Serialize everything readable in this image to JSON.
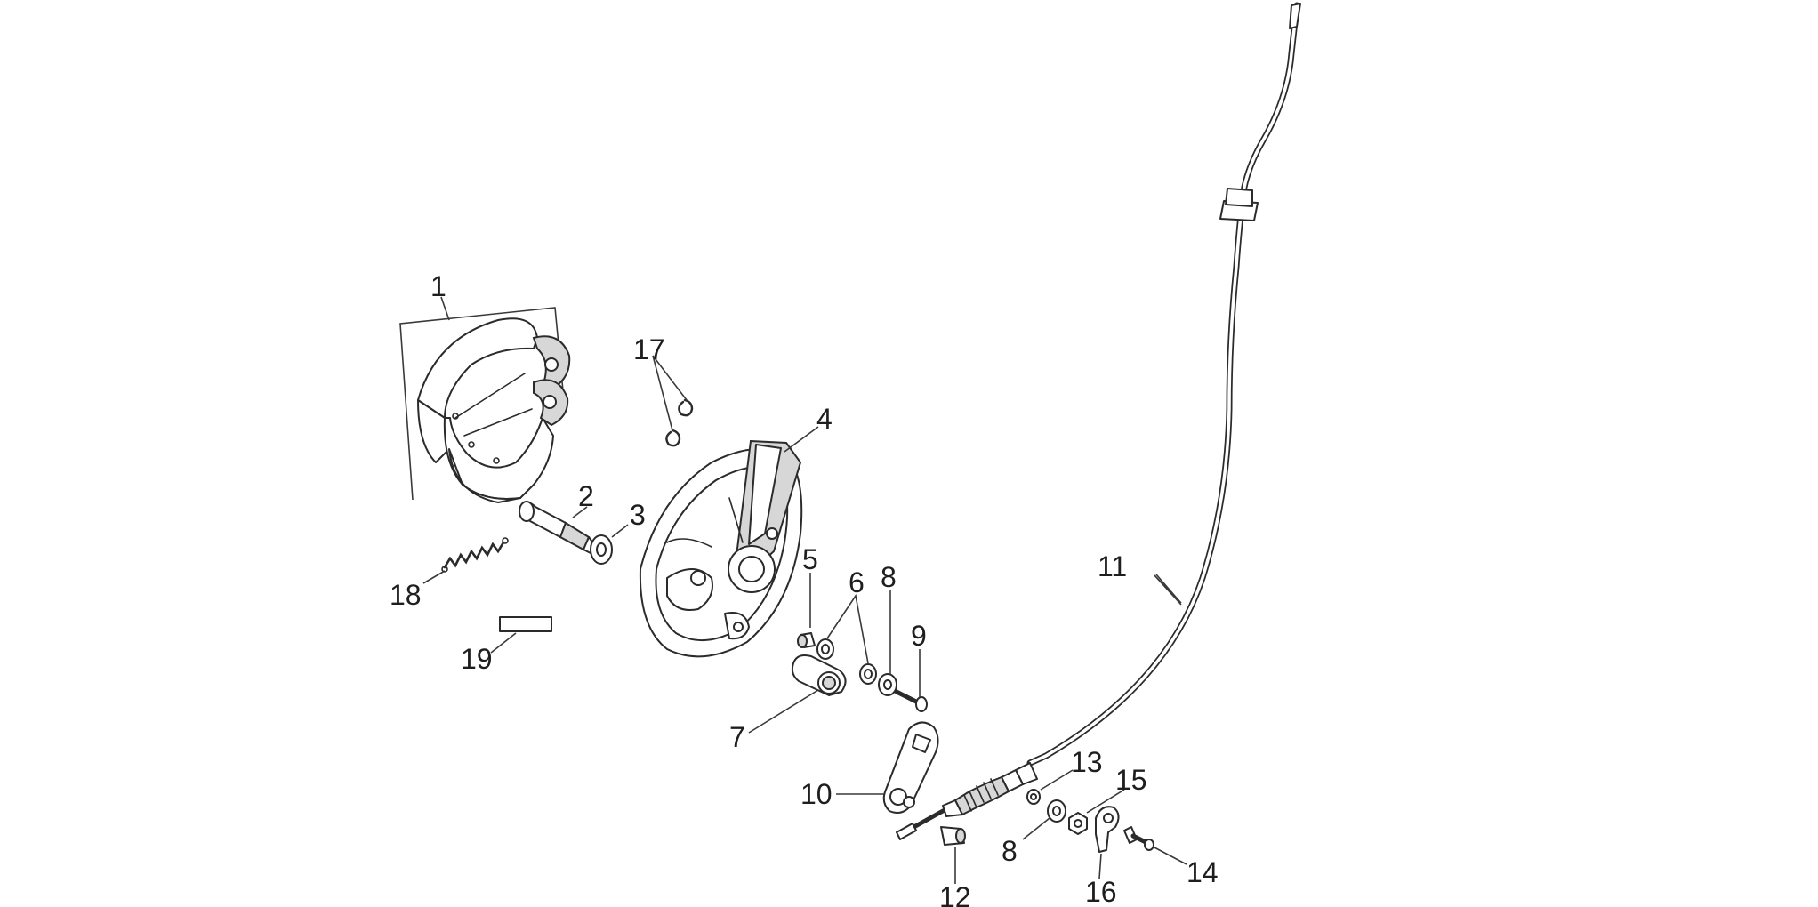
{
  "callouts": {
    "c1": "1",
    "c2": "2",
    "c3": "3",
    "c4": "4",
    "c5": "5",
    "c6": "6",
    "c7": "7",
    "c8a": "8",
    "c8b": "8",
    "c9": "9",
    "c10": "10",
    "c11": "11",
    "c12": "12",
    "c13": "13",
    "c14": "14",
    "c15": "15",
    "c16": "16",
    "c17": "17",
    "c18": "18",
    "c19": "19"
  }
}
